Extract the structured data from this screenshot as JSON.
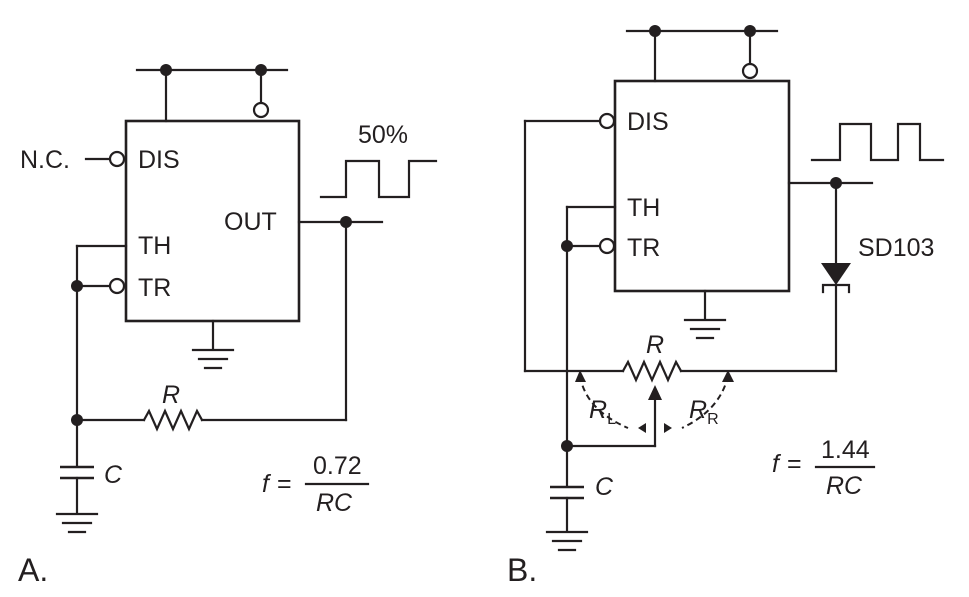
{
  "circuit_a": {
    "panel_label": "A.",
    "nc_label": "N.C.",
    "pin_dis": "DIS",
    "pin_th": "TH",
    "pin_tr": "TR",
    "pin_out": "OUT",
    "duty_label": "50%",
    "resistor_label": "R",
    "capacitor_label": "C",
    "formula_f": "f",
    "formula_eq": "=",
    "formula_numerator": "0.72",
    "formula_denominator": "RC"
  },
  "circuit_b": {
    "panel_label": "B.",
    "pin_dis": "DIS",
    "pin_th": "TH",
    "pin_tr": "TR",
    "diode_label": "SD103",
    "resistor_label": "R",
    "rl_label": "R",
    "rl_sub": "L",
    "rr_label": "R",
    "rr_sub": "R",
    "capacitor_label": "C",
    "formula_f": "f",
    "formula_eq": "=",
    "formula_numerator": "1.44",
    "formula_denominator": "RC"
  }
}
